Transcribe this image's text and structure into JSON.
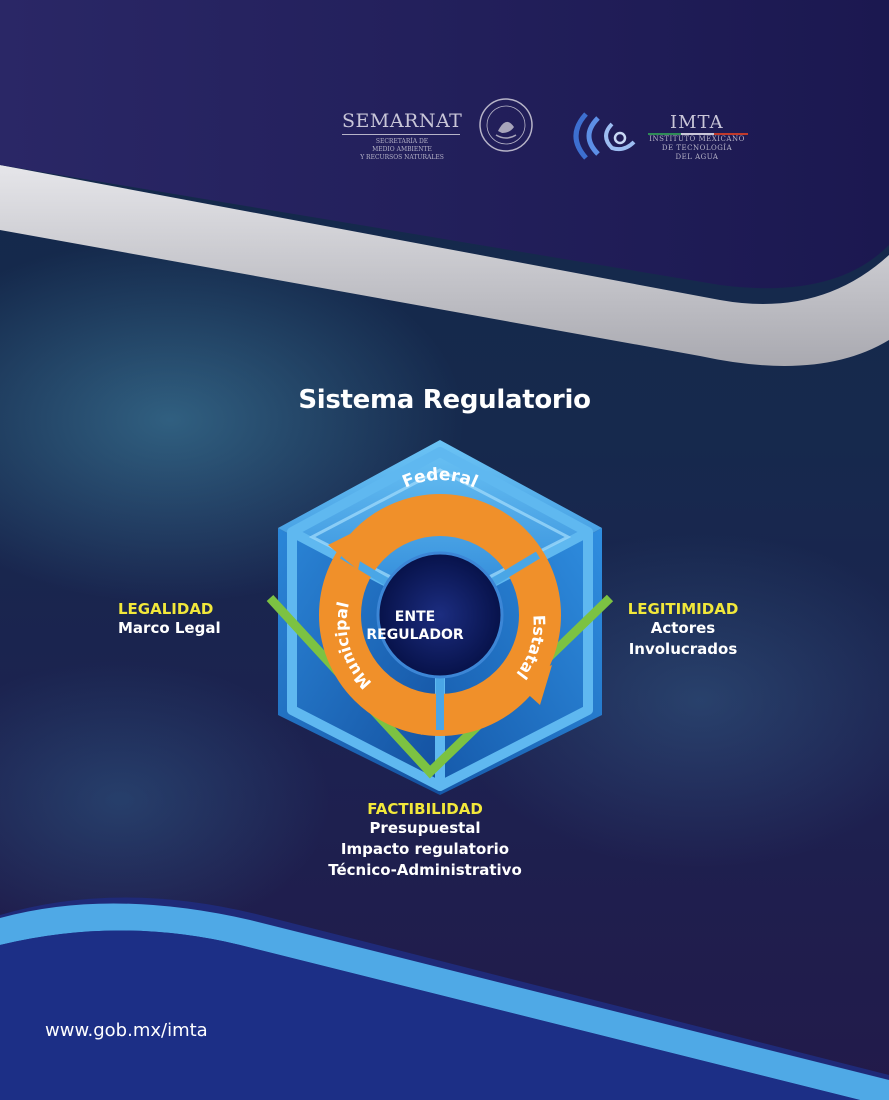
{
  "header": {
    "semarnat": {
      "name": "SEMARNAT",
      "subtitle_lines": [
        "SECRETARÍA DE",
        "MEDIO AMBIENTE",
        "Y RECURSOS NATURALES"
      ]
    },
    "imta": {
      "name": "IMTA",
      "subtitle_lines": [
        "INSTITUTO MEXICANO",
        "DE TECNOLOGÍA",
        "DEL AGUA"
      ]
    }
  },
  "diagram": {
    "title": "Sistema Regulatorio",
    "center_lines": [
      "ENTE",
      "REGULADOR"
    ],
    "ring_labels": {
      "top": "Federal",
      "left": "Municipal",
      "right": "Estatal"
    },
    "left": {
      "heading": "LEGALIDAD",
      "lines": [
        "Marco Legal"
      ]
    },
    "right": {
      "heading": "LEGITIMIDAD",
      "lines": [
        "Actores",
        "Involucrados"
      ]
    },
    "bottom": {
      "heading": "FACTIBILIDAD",
      "lines": [
        "Presupuestal",
        "Impacto regulatorio",
        "Técnico-Administrativo"
      ]
    }
  },
  "footer": {
    "url": "www.gob.mx/imta"
  },
  "colors": {
    "header_bg": "#1f1c57",
    "silver_band": "#c8c8cc",
    "cube_blue": "#1e6fc2",
    "cube_light": "#5fb8f0",
    "ring_orange": "#f0902a",
    "center_navy": "#0d1a55",
    "chevron_green": "#7cc242",
    "heading_yellow": "#f2e83a",
    "footer_band_light": "#4fa9e6",
    "footer_band_dark": "#1c4fa8"
  }
}
